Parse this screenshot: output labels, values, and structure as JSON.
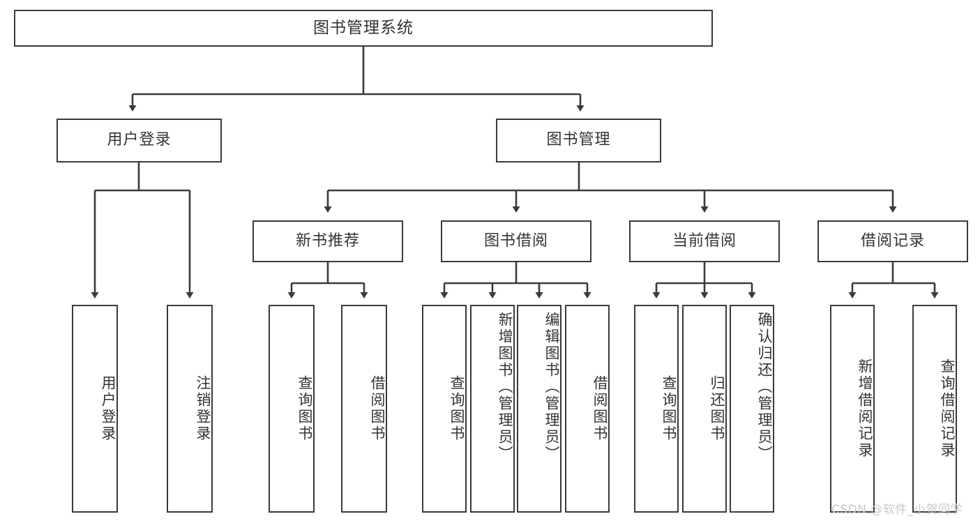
{
  "diagram": {
    "title": "图书管理系统",
    "type": "tree-hierarchy-chart",
    "background_color": "#ffffff",
    "box_border_color": "#3a3a3a",
    "text_color": "#333333",
    "connector_color": "#3a3a3a"
  },
  "root": {
    "label": "图书管理系统"
  },
  "level1": [
    {
      "label": "用户登录"
    },
    {
      "label": "图书管理"
    }
  ],
  "level2": [
    {
      "label": "新书推荐"
    },
    {
      "label": "图书借阅"
    },
    {
      "label": "当前借阅"
    },
    {
      "label": "借阅记录"
    }
  ],
  "leaves": {
    "user_login": [
      {
        "label": "用户登录"
      },
      {
        "label": "注销登录"
      }
    ],
    "new_book_recommend": [
      {
        "label": "查询图书"
      },
      {
        "label": "借阅图书"
      }
    ],
    "book_borrow": [
      {
        "label": "查询图书"
      },
      {
        "label": "新增图书（管理员）"
      },
      {
        "label": "编辑图书（管理员）"
      },
      {
        "label": "借阅图书"
      }
    ],
    "current_borrow": [
      {
        "label": "查询图书"
      },
      {
        "label": "归还图书"
      },
      {
        "label": "确认归还（管理员）"
      }
    ],
    "borrow_record": [
      {
        "label": "新增借阅记录"
      },
      {
        "label": "查询借阅记录"
      }
    ]
  },
  "watermark": {
    "text": "CSDN @软件_小贺同学"
  }
}
